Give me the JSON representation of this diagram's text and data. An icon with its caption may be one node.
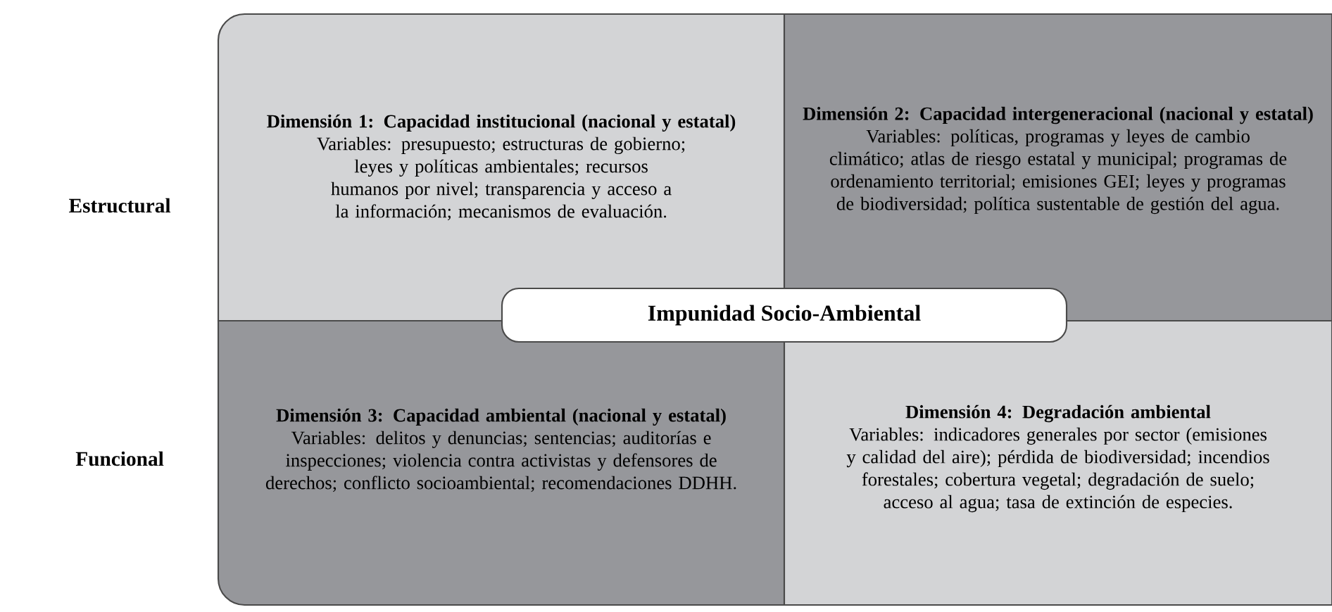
{
  "diagram": {
    "nodes": [
      {
        "text": [
          "Dimensión 1: Capacidad institucional (nacional y estatal)",
          "Variables: presupuesto; estructuras de gobierno; leyes y políticas ambientales; recursos humanos por nivel; transparencia y acceso a la información; mecanismos de evaluación."
        ]
      },
      {
        "text": [
          "Dimensión 2: Capacidad intergeneracional (nacional y estatal)",
          "Variables: políticas, programas y leyes de cambio climático; atlas de riesgo estatal y municipal; programas de ordenamiento territorial; emisiones GEI; leyes y programas de biodiversidad; política sustentable de gestión del agua."
        ]
      },
      {
        "text": [
          "Dimensión 3: Capacidad ambiental (nacional y estatal)",
          "Variables: delitos y denuncias; sentencias; auditorías e inspecciones; violencia contra activistas y defensores de derechos; conflicto socioambiental; recomendaciones DDHH."
        ]
      },
      {
        "text": [
          "Dimensión 4: Degradación ambiental",
          "Variables: indicadores generales por sector (emisiones y calidad del aire); pérdida de biodiversidad; incendios forestales; cobertura vegetal; degradación de suelo; acceso al agua; tasa de extinción de especies."
        ]
      },
      {
        "text": [
          "Impunidad Socio-Ambiental"
        ]
      }
    ],
    "labels": [
      "Estructural",
      "Funcional"
    ]
  }
}
